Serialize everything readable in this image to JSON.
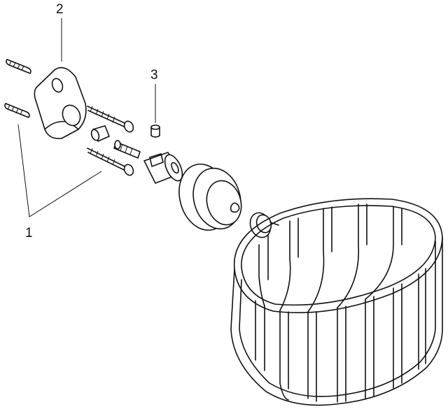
{
  "diagram": {
    "callouts": [
      {
        "id": "1",
        "label": "1"
      },
      {
        "id": "2",
        "label": "2"
      },
      {
        "id": "3",
        "label": "3"
      }
    ],
    "colors": {
      "line": "#111111",
      "background": "#ffffff"
    }
  }
}
